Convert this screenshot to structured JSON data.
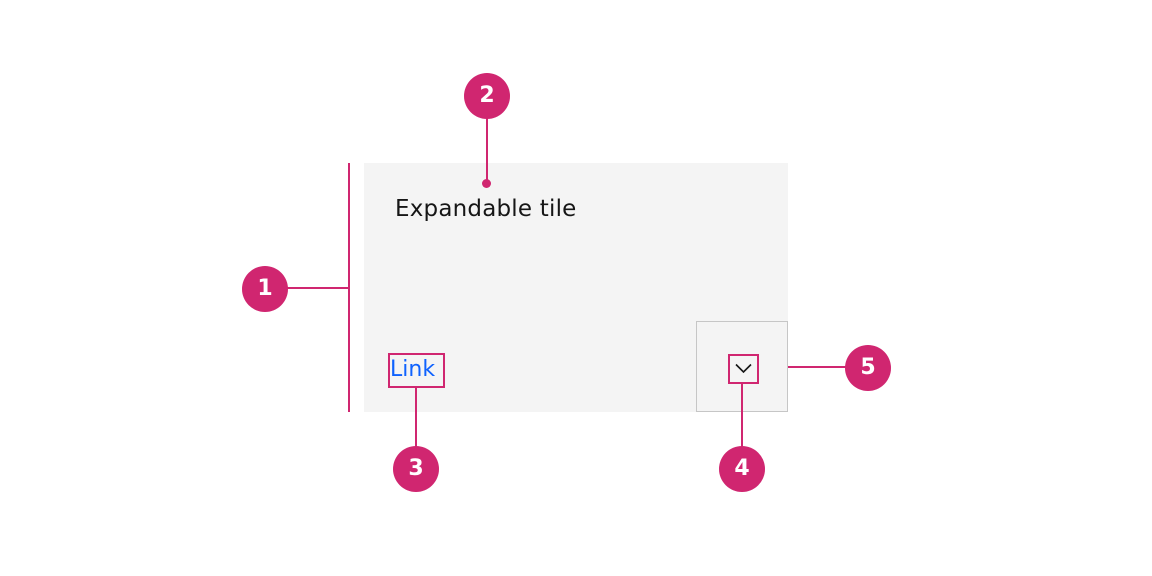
{
  "tile": {
    "title": "Expandable tile",
    "link_label": "Link",
    "expand_icon": "chevron-down-icon",
    "background_color": "#f4f4f4"
  },
  "annotations": {
    "color": "#d02670",
    "callouts": [
      {
        "number": "1",
        "target": "tile container"
      },
      {
        "number": "2",
        "target": "tile title"
      },
      {
        "number": "3",
        "target": "link"
      },
      {
        "number": "4",
        "target": "chevron icon"
      },
      {
        "number": "5",
        "target": "expand button"
      }
    ]
  }
}
